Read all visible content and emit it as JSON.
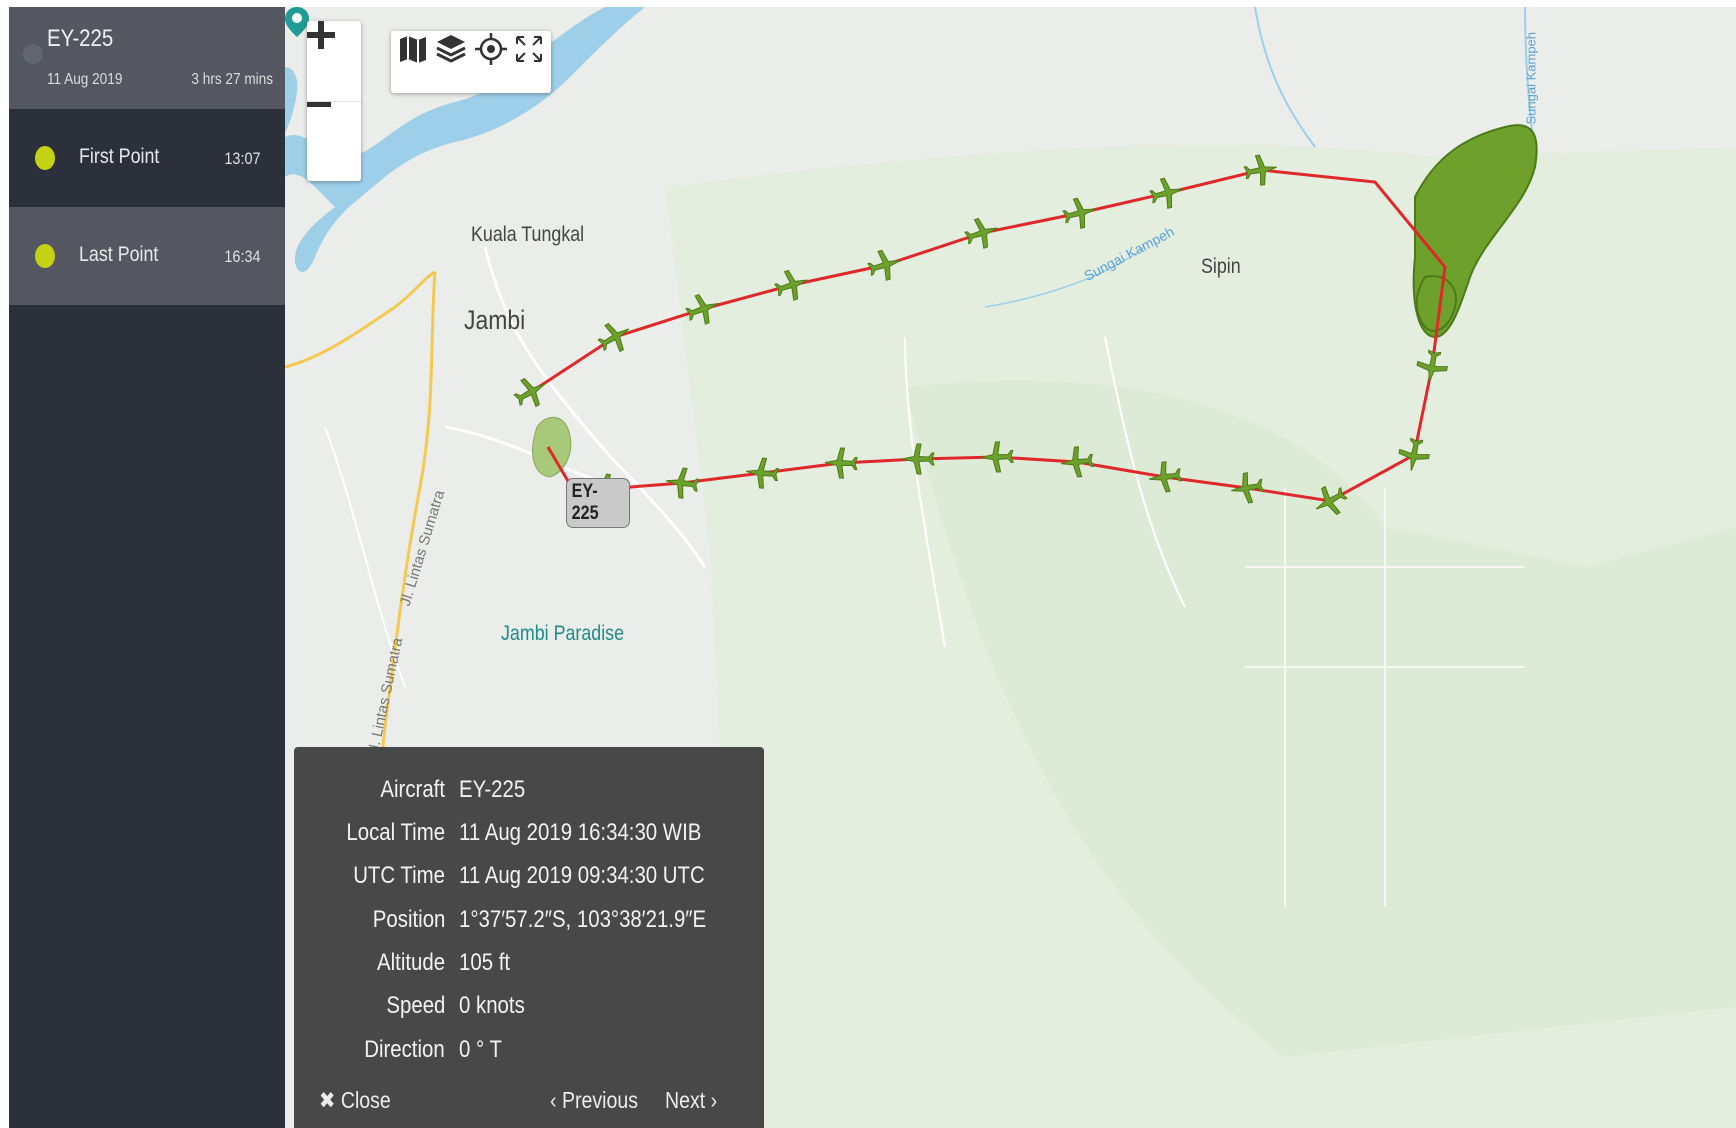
{
  "sidebar": {
    "flight": {
      "title": "EY-225",
      "date": "11 Aug 2019",
      "duration": "3 hrs 27 mins"
    },
    "points": [
      {
        "label": "First Point",
        "time": "13:07"
      },
      {
        "label": "Last Point",
        "time": "16:34"
      }
    ],
    "accent_color": "#c3d214"
  },
  "map": {
    "zoom_in_icon": "plus-icon",
    "zoom_out_icon": "minus-icon",
    "tools": [
      "map-icon",
      "layers-icon",
      "locate-icon",
      "fullscreen-icon"
    ],
    "labels": {
      "kuala_tungkal": "Kuala Tungkal",
      "jambi": "Jambi",
      "sipin": "Sipin",
      "sungai_kampeh": "Sungai Kampeh",
      "jambi_paradise": "Jambi Paradise",
      "road_lintas": "Jl. Lintas Sumatra",
      "road_lintas_2": "Jl. Lintas Sumatra",
      "kampeh_right": "Sungai Kampeh"
    },
    "aircraft_tag": "EY-225",
    "track_color": "#e0282a",
    "marker_color": "#6ea12c",
    "water_color": "#9ecfe8"
  },
  "info_panel": {
    "rows": [
      {
        "key": "Aircraft",
        "value": "EY-225"
      },
      {
        "key": "Local Time",
        "value": "11 Aug 2019 16:34:30 WIB"
      },
      {
        "key": "UTC Time",
        "value": "11 Aug 2019 09:34:30 UTC"
      },
      {
        "key": "Position",
        "value": "1°37′57.2″S, 103°38′21.9″E"
      },
      {
        "key": "Altitude",
        "value": "105 ft"
      },
      {
        "key": "Speed",
        "value": "0 knots"
      },
      {
        "key": "Direction",
        "value": "0 ° T"
      }
    ],
    "close_label": "Close",
    "previous_label": "Previous",
    "next_label": "Next"
  }
}
